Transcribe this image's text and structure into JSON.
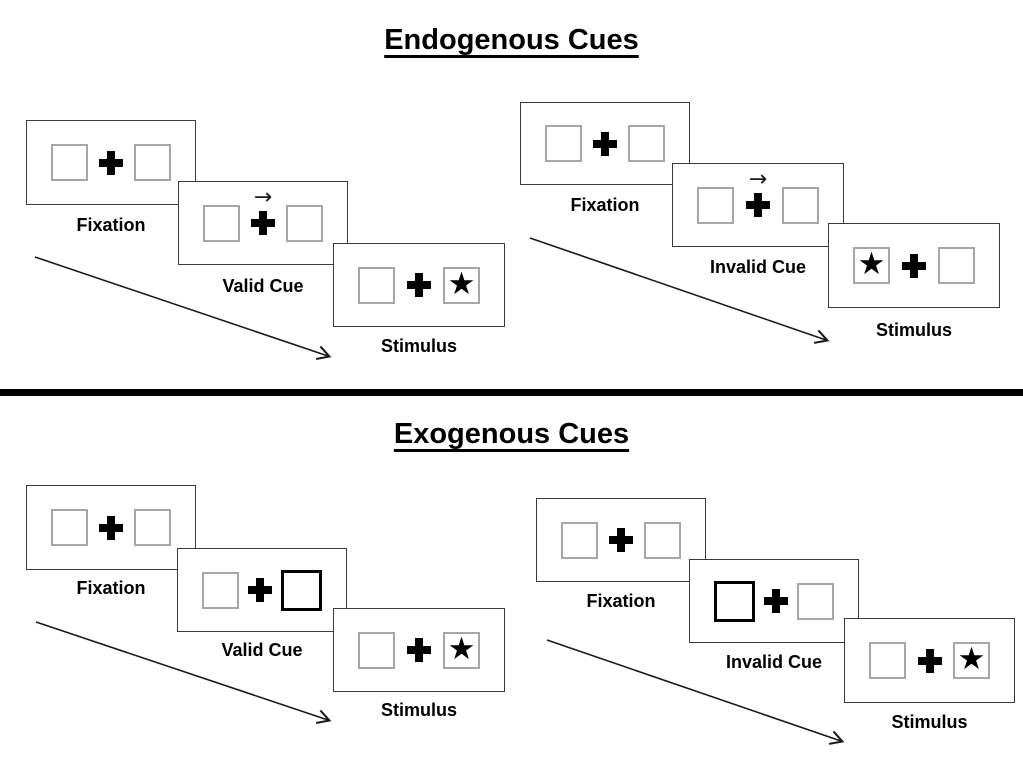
{
  "icons": {
    "star": "★",
    "cue_arrow": "→",
    "fixation_cross": "plus-cross"
  },
  "colors": {
    "background": "#ffffff",
    "ink": "#000000",
    "panel_border": "#3a3a3a",
    "placeholder_box_border": "#a6a6a6",
    "highlight_box_border": "#000000"
  },
  "sections": [
    {
      "title": "Endogenous Cues",
      "sequences": [
        {
          "type": "valid",
          "cue_type": "central-arrow-right",
          "star_position": "right",
          "label_fixation": "Fixation",
          "label_cue": "Valid Cue",
          "label_stimulus": "Stimulus"
        },
        {
          "type": "invalid",
          "cue_type": "central-arrow-right",
          "star_position": "left",
          "label_fixation": "Fixation",
          "label_cue": "Invalid Cue",
          "label_stimulus": "Stimulus"
        }
      ]
    },
    {
      "title": "Exogenous Cues",
      "sequences": [
        {
          "type": "valid",
          "cue_type": "peripheral-highlight-right",
          "star_position": "right",
          "label_fixation": "Fixation",
          "label_cue": "Valid Cue",
          "label_stimulus": "Stimulus"
        },
        {
          "type": "invalid",
          "cue_type": "peripheral-highlight-left",
          "star_position": "right",
          "label_fixation": "Fixation",
          "label_cue": "Invalid Cue",
          "label_stimulus": "Stimulus"
        }
      ]
    }
  ]
}
